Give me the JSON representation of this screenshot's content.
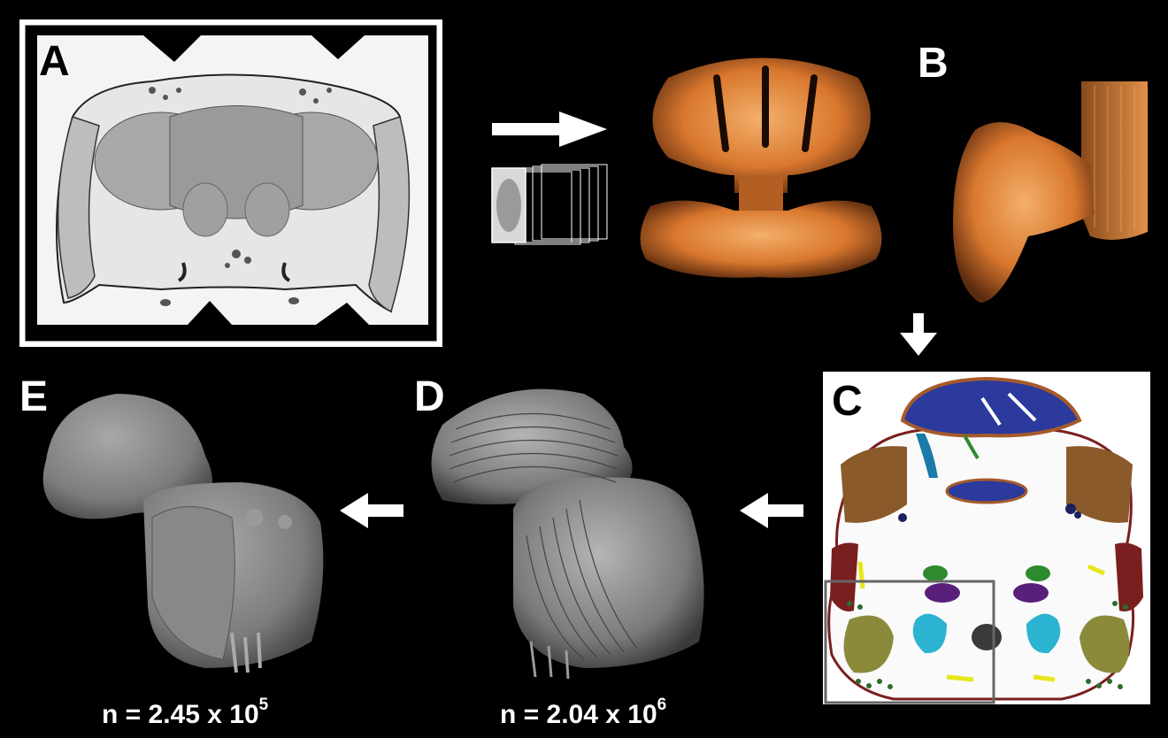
{
  "panels": {
    "a": {
      "label": "A"
    },
    "b": {
      "label": "B"
    },
    "c": {
      "label": "C"
    },
    "d": {
      "label": "D",
      "count_prefix": "n = 2.04 x 10",
      "count_exponent": "6"
    },
    "e": {
      "label": "E",
      "count_prefix": "n = 2.45 x 10",
      "count_exponent": "5"
    }
  },
  "arrows": [
    "arrow-right",
    "arrow-down",
    "arrow-left",
    "arrow-left"
  ],
  "colors": {
    "background": "#000000",
    "frame": "#ffffff",
    "volume_orange": "#d9772e",
    "seg_blue": "#2b3a9c",
    "seg_brown": "#8a5a2b",
    "seg_maroon": "#7a1f1f",
    "seg_green": "#2e6b2e",
    "seg_cyan": "#2bb3d1",
    "seg_purple": "#5a1f7a",
    "seg_olive": "#8a8a3a",
    "seg_yellow": "#e6e619",
    "mesh_gray": "#8a8a8a"
  }
}
